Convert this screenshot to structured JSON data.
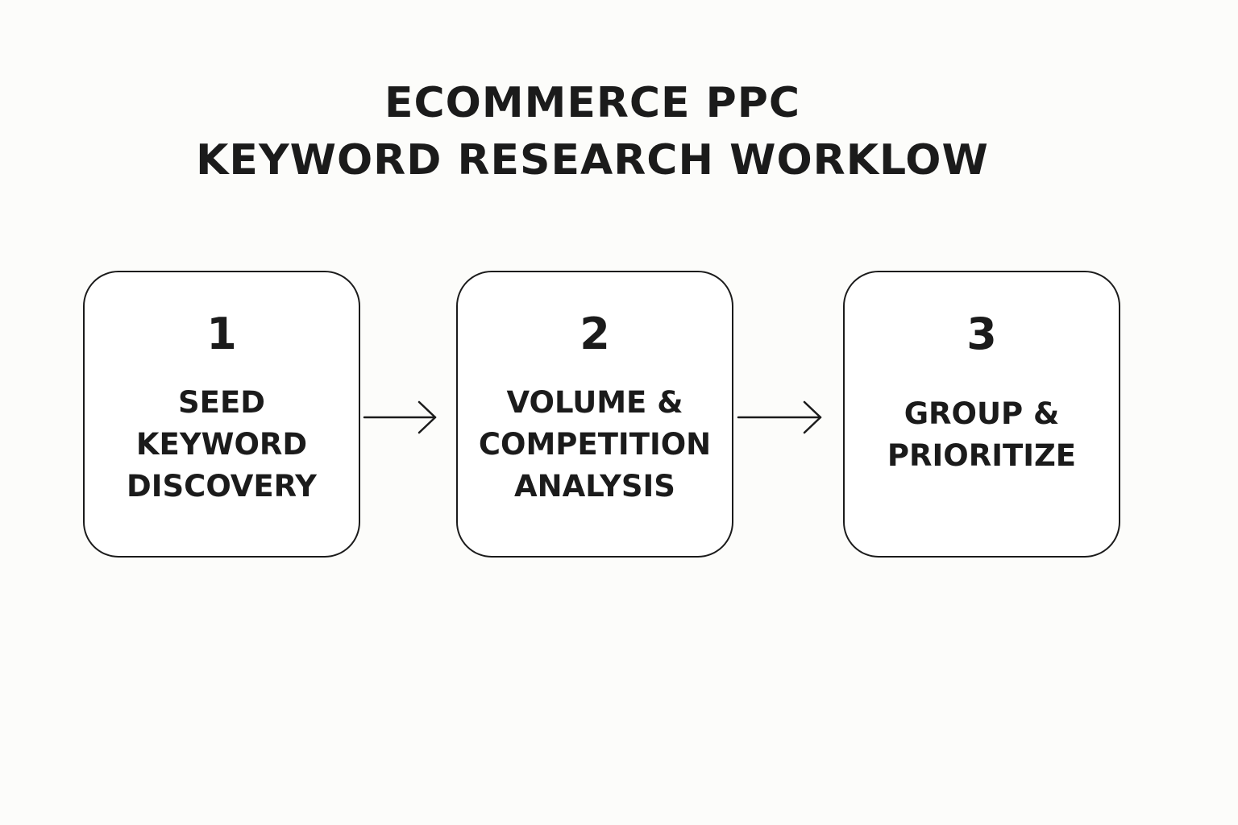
{
  "title": {
    "line1": "ECOMMERCE PPC",
    "line2": "KEYWORD RESEARCH WORKLOW"
  },
  "steps": [
    {
      "number": "1",
      "label_lines": [
        "SEED",
        "KEYWORD",
        "DISCOVERY"
      ]
    },
    {
      "number": "2",
      "label_lines": [
        "VOLUME &",
        "COMPETITION",
        "ANALYSIS"
      ]
    },
    {
      "number": "3",
      "label_lines": [
        "GROUP &",
        "PRIORITIZE"
      ]
    }
  ],
  "connectors": [
    {
      "from": "1",
      "to": "2",
      "icon": "arrow-right-icon"
    },
    {
      "from": "2",
      "to": "3",
      "icon": "arrow-right-icon"
    }
  ]
}
